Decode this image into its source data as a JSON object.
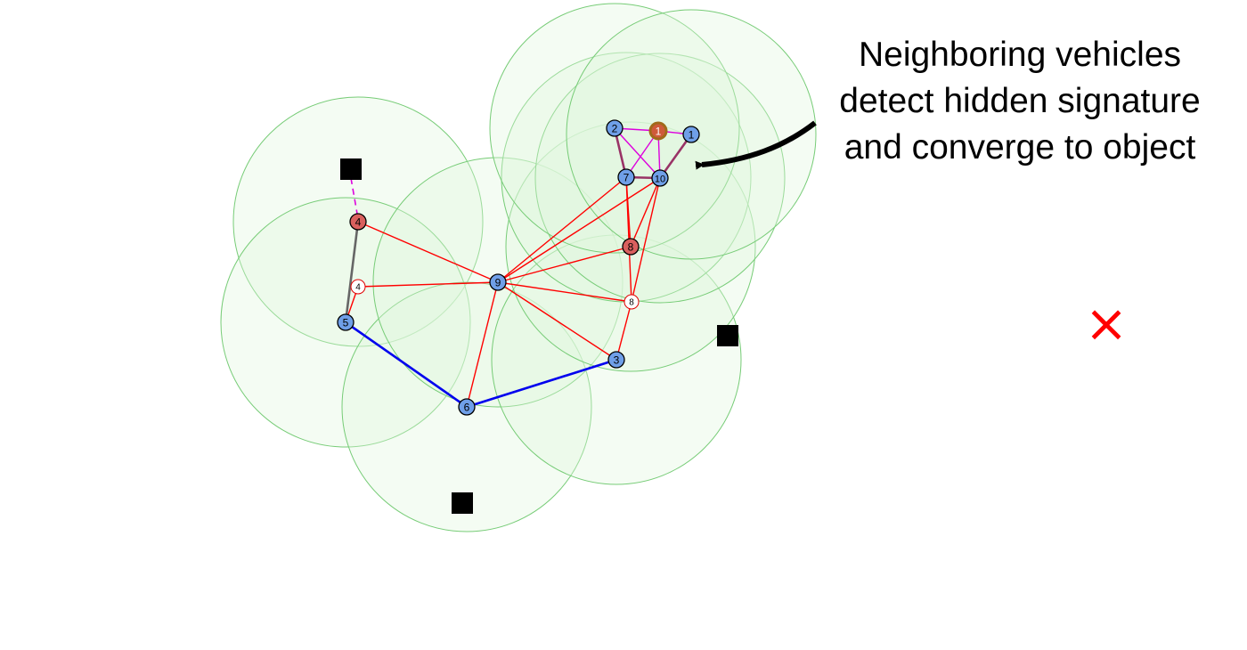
{
  "annotation": {
    "lines": [
      "Neighboring vehicles",
      "detect hidden signature",
      "and converge to object"
    ]
  },
  "colors": {
    "range_fill": "#dff5dc",
    "range_stroke": "#77cc77",
    "vehicle_fill": "#6f9fe8",
    "detected_fill": "#d9605e",
    "ghost_fill": "#ffffff",
    "ghost_stroke": "#e00000",
    "link_red": "#ff0000",
    "link_blue": "#0000ee",
    "link_magenta": "#dd00dd",
    "link_grey": "#666666",
    "target_fill": "#000000",
    "goal_marker": "#ff0000"
  },
  "nodes": [
    {
      "id": "n1",
      "label": "1",
      "kind": "vehicle"
    },
    {
      "id": "n2",
      "label": "2",
      "kind": "vehicle"
    },
    {
      "id": "n3",
      "label": "3",
      "kind": "vehicle"
    },
    {
      "id": "n4",
      "label": "4",
      "kind": "detected"
    },
    {
      "id": "n4g",
      "label": "4",
      "kind": "ghost"
    },
    {
      "id": "n5",
      "label": "5",
      "kind": "vehicle"
    },
    {
      "id": "n6",
      "label": "6",
      "kind": "vehicle"
    },
    {
      "id": "n7",
      "label": "7",
      "kind": "vehicle"
    },
    {
      "id": "n8",
      "label": "8",
      "kind": "detected"
    },
    {
      "id": "n8g",
      "label": "8",
      "kind": "ghost"
    },
    {
      "id": "n9",
      "label": "9",
      "kind": "vehicle"
    },
    {
      "id": "n10",
      "label": "10",
      "kind": "vehicle"
    },
    {
      "id": "n1d",
      "label": "1",
      "kind": "detected"
    }
  ],
  "links": [
    {
      "from": "n4",
      "to": "n9",
      "color": "red"
    },
    {
      "from": "n4g",
      "to": "n9",
      "color": "red"
    },
    {
      "from": "n4g",
      "to": "n5",
      "color": "red"
    },
    {
      "from": "n4",
      "to": "n5",
      "color": "grey"
    },
    {
      "from": "n9",
      "to": "n7",
      "color": "red"
    },
    {
      "from": "n9",
      "to": "n8",
      "color": "red"
    },
    {
      "from": "n9",
      "to": "n8g",
      "color": "red"
    },
    {
      "from": "n9",
      "to": "n3",
      "color": "red"
    },
    {
      "from": "n9",
      "to": "n6",
      "color": "red"
    },
    {
      "from": "n9",
      "to": "n10",
      "color": "red"
    },
    {
      "from": "n7",
      "to": "n8",
      "color": "red"
    },
    {
      "from": "n7",
      "to": "n8g",
      "color": "red"
    },
    {
      "from": "n10",
      "to": "n8",
      "color": "red"
    },
    {
      "from": "n10",
      "to": "n8g",
      "color": "red"
    },
    {
      "from": "n8g",
      "to": "n3",
      "color": "red"
    },
    {
      "from": "n5",
      "to": "n6",
      "color": "blue"
    },
    {
      "from": "n6",
      "to": "n3",
      "color": "blue"
    },
    {
      "from": "n2",
      "to": "n1d",
      "color": "magenta"
    },
    {
      "from": "n2",
      "to": "n10",
      "color": "magenta"
    },
    {
      "from": "n1d",
      "to": "n7",
      "color": "magenta"
    },
    {
      "from": "n1d",
      "to": "n10",
      "color": "magenta"
    },
    {
      "from": "n1d",
      "to": "n1",
      "color": "magenta"
    },
    {
      "from": "n2",
      "to": "n7",
      "color": "darkmagenta"
    },
    {
      "from": "n7",
      "to": "n10",
      "color": "darkmagenta"
    },
    {
      "from": "n10",
      "to": "n1",
      "color": "darkmagenta"
    }
  ],
  "targets": [
    {
      "id": "t1"
    },
    {
      "id": "t2"
    },
    {
      "id": "t3"
    }
  ],
  "goal": {
    "symbol": "×"
  }
}
